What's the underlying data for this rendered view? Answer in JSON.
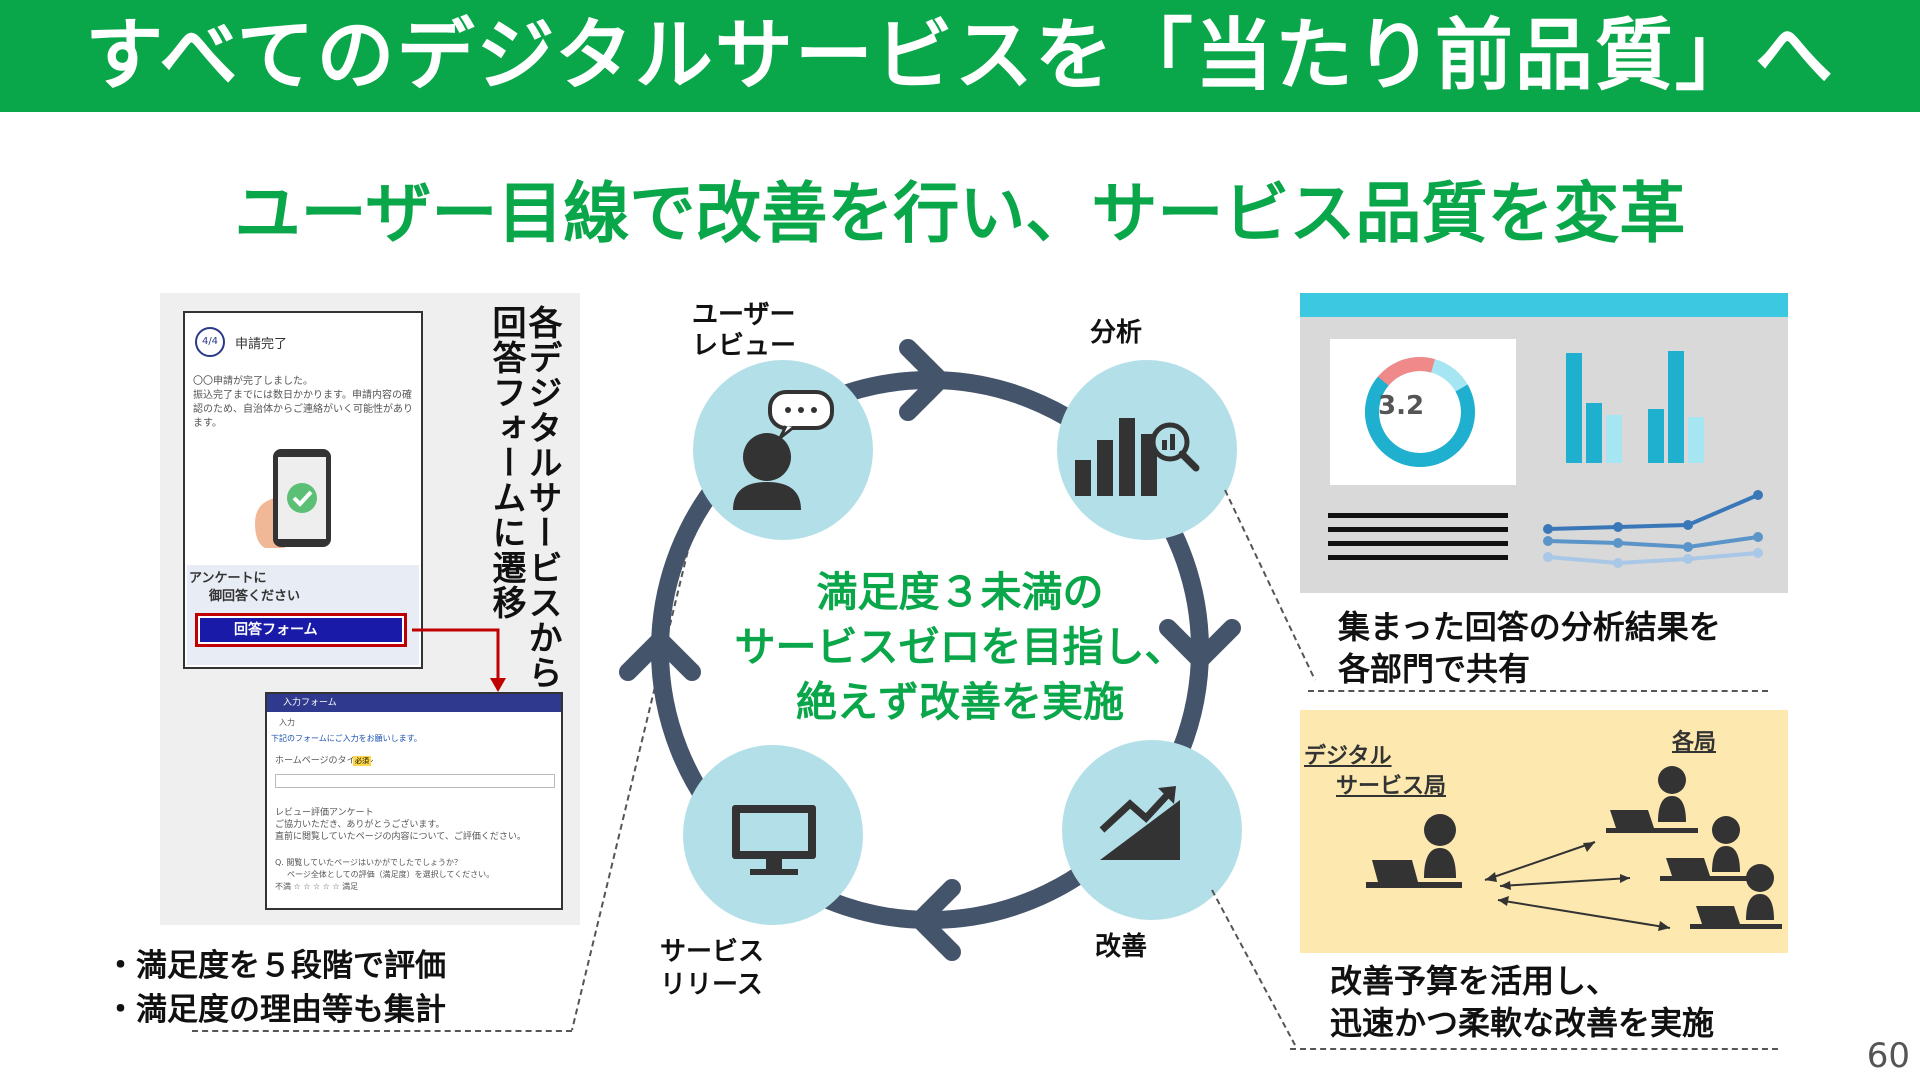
{
  "header": {
    "title": "すべてのデジタルサービスを「当たり前品質」へ"
  },
  "subtitle": "ユーザー目線で改善を行い、サービス品質を変革",
  "left": {
    "phone_card": {
      "step": "4/4",
      "heading": "申請完了",
      "message": "〇〇申請が完了しました。\n振込完了までには数日かかります。申請内容の確認のため、自治体からご連絡がいく可能性があります。",
      "survey_prompt_line1": "アンケートに",
      "survey_prompt_line2": "御回答ください",
      "form_button": "回答フォーム"
    },
    "form_card": {
      "title": "入力フォーム",
      "required": "入力",
      "instructions": "下記のフォームにご入力をお願いします。",
      "field1": "ホームページのタイトル",
      "badge": "必須",
      "field2": "レビュー評価アンケート",
      "field2_line1": "ご協力いただき、ありがとうございます。",
      "field2_line2": "直前に閲覧していたページの内容について、ご評価ください。",
      "q1": "Q. 閲覧していたページはいかがでしたでしょうか？",
      "q1_sub": "ページ全体としての評価（満足度）を選択してください。",
      "stars_label": "不満 ☆ ☆ ☆ ☆ ☆ 満足"
    },
    "vertical_text_1": "各デジタルサービスから",
    "vertical_text_2": "回答フォームに遷移",
    "bullets": [
      "・満足度を５段階で評価",
      "・満足度の理由等も集計"
    ]
  },
  "cycle": {
    "nodes": [
      {
        "label_lines": [
          "ユーザー",
          "レビュー"
        ],
        "icon": "user-review-icon"
      },
      {
        "label_lines": [
          "分析"
        ],
        "icon": "analysis-icon"
      },
      {
        "label_lines": [
          "改善"
        ],
        "icon": "improvement-icon"
      },
      {
        "label_lines": [
          "サービス",
          "リリース"
        ],
        "icon": "monitor-icon"
      }
    ],
    "center_lines": [
      "満足度３未満の",
      "サービスゼロを目指し、",
      "絶えず改善を実施"
    ]
  },
  "right": {
    "dashboard": {
      "donut_value": "3.2"
    },
    "caption1": [
      "集まった回答の分析結果を",
      "各部門で共有"
    ],
    "org": {
      "left_label_line1": "デジタル",
      "left_label_line2": "サービス局",
      "right_label": "各局"
    },
    "caption2": [
      "改善予算を活用し、",
      "迅速かつ柔軟な改善を実施"
    ]
  },
  "page_number": "60",
  "colors": {
    "brand_green": "#0aa64a",
    "cycle_ring": "#44546a",
    "node_fill": "#b3dfe8",
    "accent_cyan": "#1fb0d0",
    "org_bg": "#fde9b0"
  }
}
